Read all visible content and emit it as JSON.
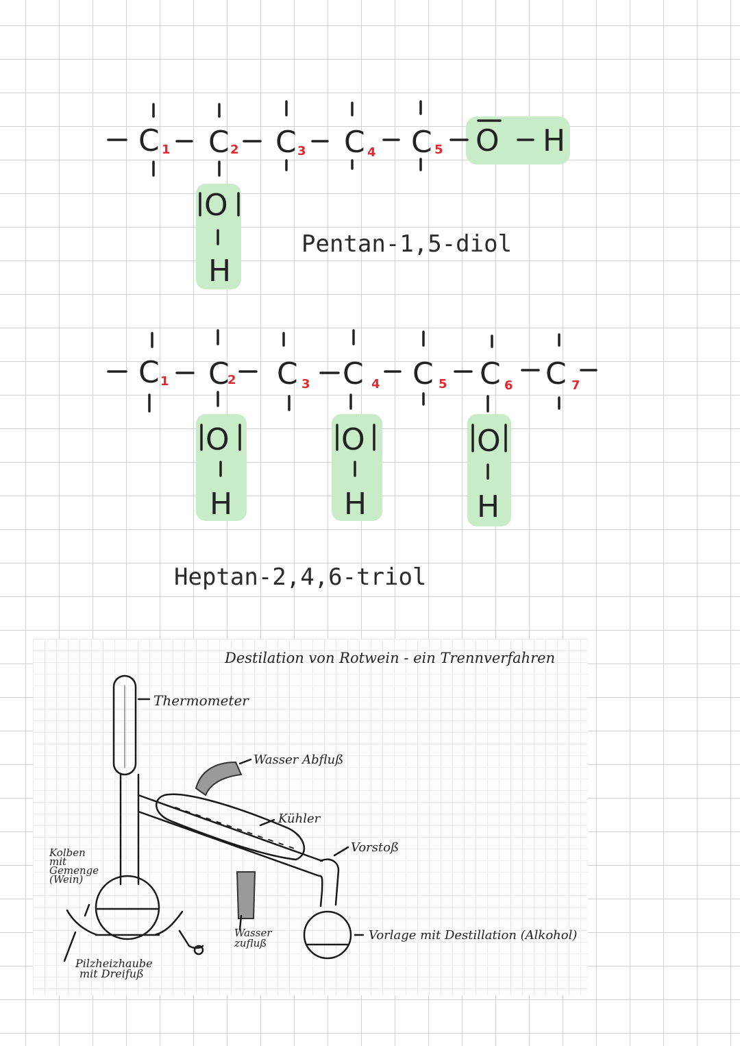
{
  "molecule1": {
    "name": "Pentan-1,5-diol",
    "carbon_letter": "C",
    "carbon_numbers": [
      "1",
      "2",
      "3",
      "4",
      "5"
    ],
    "oxygen": "O",
    "hydrogen": "H",
    "highlight_color": "#c8ecc8",
    "number_color": "#e0282f"
  },
  "molecule2": {
    "name": "Heptan-2,4,6-triol",
    "carbon_letter": "C",
    "carbon_numbers": [
      "1",
      "2",
      "3",
      "4",
      "5",
      "6",
      "7"
    ],
    "oxygen": "O",
    "hydrogen": "H",
    "highlight_color": "#c8ecc8",
    "number_color": "#e0282f"
  },
  "distillation": {
    "title": "Destilation von Rotwein - ein Trennverfahren",
    "labels": {
      "thermometer": "Thermometer",
      "water_out": "Wasser Abfluß",
      "cooler": "Kühler",
      "adapter": "Vorstoß",
      "flask_line1": "Kolben",
      "flask_line2": "mit",
      "flask_line3": "Gemenge",
      "flask_line4": "(Wein)",
      "water_in_line1": "Wasser",
      "water_in_line2": "zufluß",
      "receiver": "Vorlage mit Destillation (Alkohol)",
      "heater_line1": "Pilzheizhaube",
      "heater_line2": "mit Dreifuß"
    }
  }
}
